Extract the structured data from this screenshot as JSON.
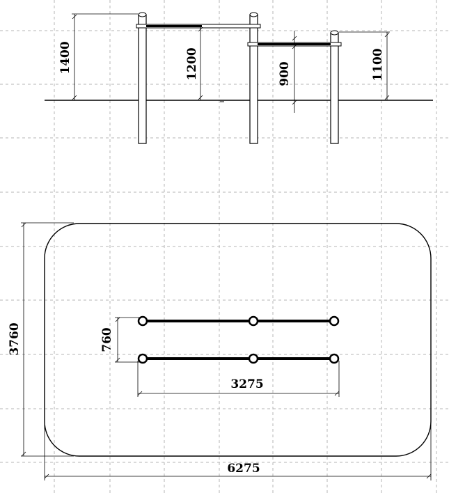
{
  "elevation": {
    "dim_post_1": "1400",
    "dim_bar_1": "1200",
    "dim_bar_2": "900",
    "dim_post_3": "1100"
  },
  "plan": {
    "dim_depth": "3760",
    "dim_bar_spacing": "760",
    "dim_bar_length": "3275",
    "dim_width": "6275"
  }
}
